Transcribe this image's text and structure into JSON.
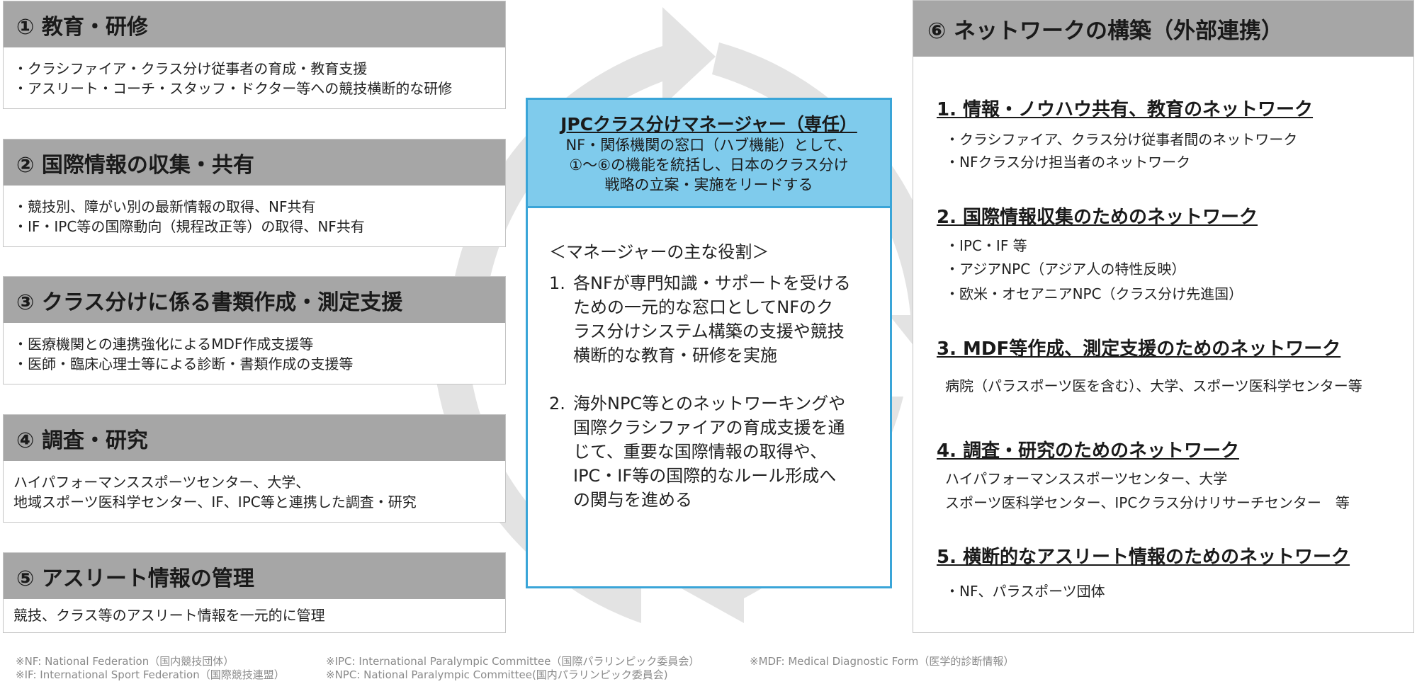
{
  "left_boxes": [
    {
      "title": "① 教育・研修",
      "lines": [
        "・クラシファイア・クラス分け従事者の育成・教育支援",
        "・アスリート・コーチ・スタッフ・ドクター等への競技横断的な研修"
      ]
    },
    {
      "title": "② 国際情報の収集・共有",
      "lines": [
        "・競技別、障がい別の最新情報の取得、NF共有",
        "・IF・IPC等の国際動向（規程改正等）の取得、NF共有"
      ]
    },
    {
      "title": "③ クラス分けに係る書類作成・測定支援",
      "lines": [
        "・医療機関との連携強化によるMDF作成支援等",
        "・医師・臨床心理士等による診断・書類作成の支援等"
      ]
    },
    {
      "title": "④ 調査・研究",
      "lines": [
        "ハイパフォーマンススポーツセンター、大学、",
        "地域スポーツ医科学センター、IF、IPC等と連携した調査・研究"
      ]
    },
    {
      "title": "⑤ アスリート情報の管理",
      "lines": [
        "競技、クラス等のアスリート情報を一元的に管理"
      ]
    }
  ],
  "center": {
    "title": "JPCクラス分けマネージャー（専任）",
    "subtitle_lines": [
      "NF・関係機関の窓口（ハブ機能）として、",
      "①～⑥の機能を統括し、日本のクラス分け",
      "戦略の立案・実施をリードする"
    ],
    "roles_heading": "＜マネージャーの主な役割＞",
    "roles": [
      {
        "num": "1.",
        "lines": [
          "各NFが専門知識・サポートを受ける",
          "ための一元的な窓口としてNFのク",
          "ラス分けシステム構築の支援や競技",
          "横断的な教育・研修を実施"
        ]
      },
      {
        "num": "2.",
        "lines": [
          "海外NPC等とのネットワーキングや",
          "国際クラシファイアの育成支援を通",
          "じて、重要な国際情報の取得や、",
          "IPC・IF等の国際的なルール形成へ",
          "の関与を進める"
        ]
      }
    ]
  },
  "right": {
    "title": "⑥ ネットワークの構築（外部連携）",
    "networks": [
      {
        "title": "1. 情報・ノウハウ共有、教育のネットワーク",
        "items": [
          "・クラシファイア、クラス分け従事者間のネットワーク",
          "・NFクラス分け担当者のネットワーク"
        ]
      },
      {
        "title": "2. 国際情報収集のためのネットワーク",
        "items": [
          "・IPC・IF 等",
          "・アジアNPC（アジア人の特性反映）",
          "・欧米・オセアニアNPC（クラス分け先進国）"
        ]
      },
      {
        "title": "3. MDF等作成、測定支援のためのネットワーク",
        "items": [
          "病院（パラスポーツ医を含む）、大学、スポーツ医科学センター等"
        ]
      },
      {
        "title": "4. 調査・研究のためのネットワーク",
        "items": [
          "ハイパフォーマンススポーツセンター、大学",
          "スポーツ医科学センター、IPCクラス分けリサーチセンター　等"
        ]
      },
      {
        "title": "5. 横断的なアスリート情報のためのネットワーク",
        "items": [
          "・NF、パラスポーツ団体"
        ]
      }
    ]
  },
  "footnotes": {
    "nf": "※NF: National Federation（国内競技団体）",
    "if": "※IF: International Sport Federation（国際競技連盟）",
    "ipc": "※IPC: International Paralympic Committee（国際パラリンピック委員会）",
    "npc": "※NPC: National Paralympic Committee(国内パラリンピック委員会)",
    "mdf": "※MDF: Medical Diagnostic Form（医学的診断情報）"
  },
  "colors": {
    "header_gray": "#a6a6a6",
    "cycle_gray": "#e3e3e3",
    "center_blue": "#7fcbec",
    "center_border": "#3aa5d8"
  }
}
